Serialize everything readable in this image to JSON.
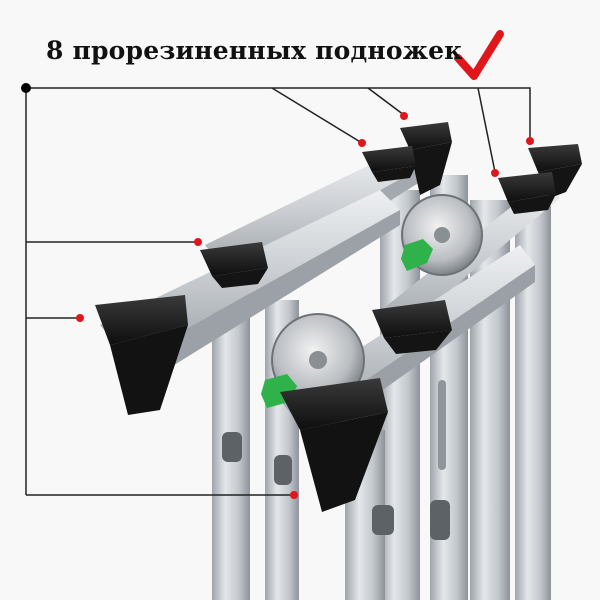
{
  "caption": {
    "text": "8 прорезиненных подножек"
  },
  "colors": {
    "checkmark": "#e0161b",
    "callout_dot": "#e0161b",
    "callout_line": "#222222",
    "rubber_foot": "#1b1b1b",
    "aluminum": "#c8ccd0",
    "hinge_latch": "#2fb24a"
  },
  "icons": {
    "checkmark": "checkmark-icon",
    "origin_point": "callout-origin-dot"
  },
  "feet_count": 8
}
